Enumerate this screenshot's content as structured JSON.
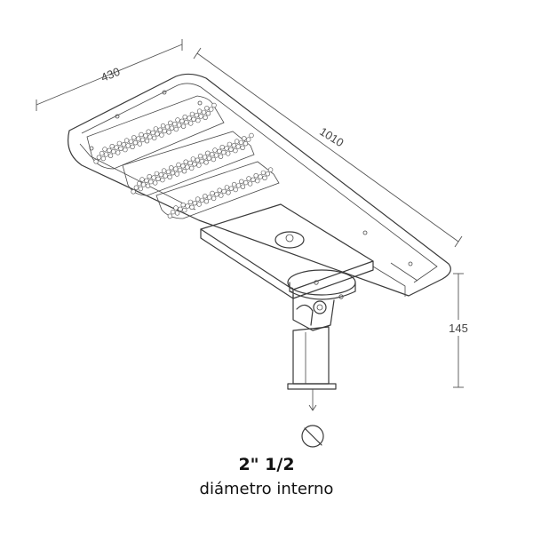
{
  "dimensions": {
    "width": "430",
    "length": "1010",
    "height": "145"
  },
  "caption": {
    "pipe_size": "2\" 1/2",
    "description": "diámetro interno"
  }
}
